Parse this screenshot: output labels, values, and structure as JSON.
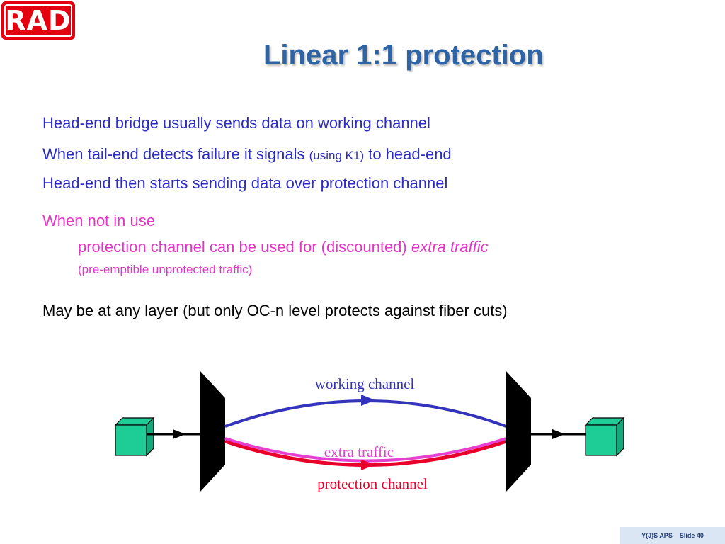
{
  "logo": {
    "text": "RAD"
  },
  "title": "Linear 1:1 protection",
  "bullets": {
    "line1": "Head-end bridge usually sends data on working channel",
    "line2a": "When tail-end detects failure it signals ",
    "line2b": "(using K1)",
    "line2c": " to head-end",
    "line3": "Head-end then starts sending data over protection channel",
    "line4": "When not in use",
    "line5a": "protection channel can be used for (discounted) ",
    "line5b": "extra traffic",
    "line6": "(pre-emptible unprotected traffic)",
    "line7": "May be at any layer (but only OC-n level protects against fiber cuts)"
  },
  "diagram": {
    "working_label": "working channel",
    "extra_label": "extra traffic",
    "protection_label": "protection channel",
    "colors": {
      "working": "#3333bb",
      "protection": "#e8002a",
      "extra": "#e640d0",
      "node": "#1ecc96",
      "bridge": "#000000"
    }
  },
  "footer": {
    "left": "Y(J)S APS",
    "right": "Slide 40"
  }
}
